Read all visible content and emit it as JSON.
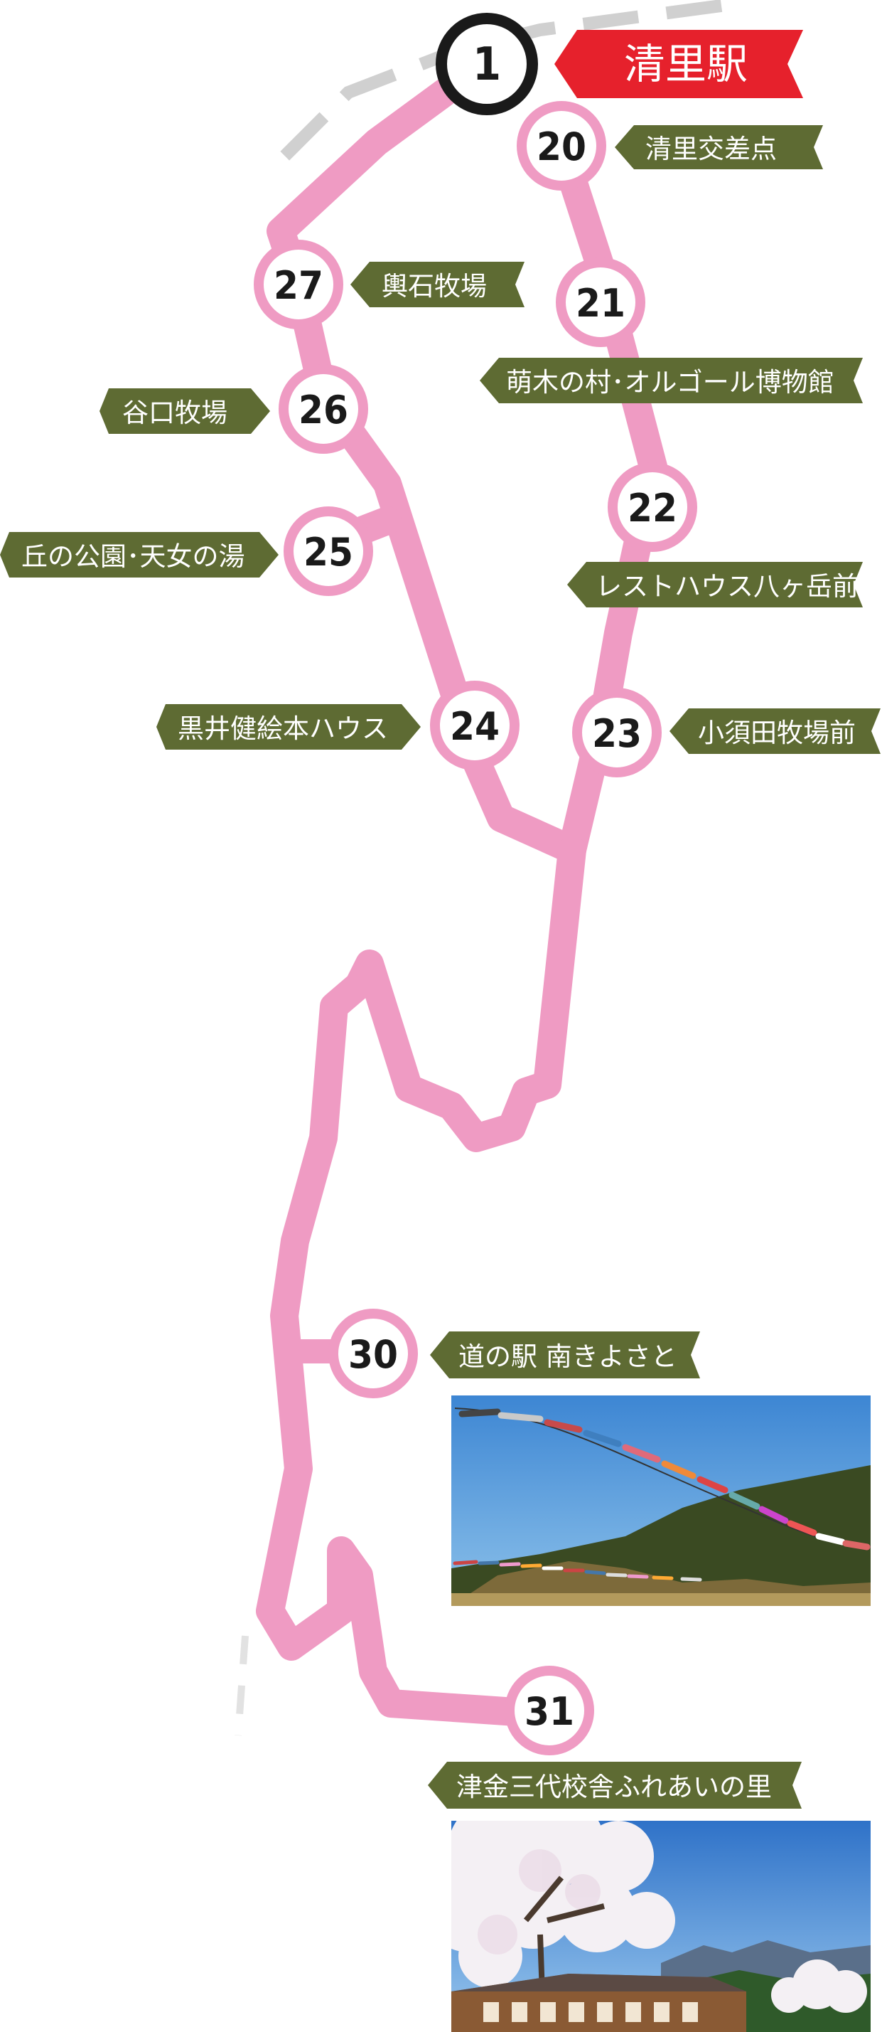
{
  "map": {
    "colors": {
      "route": "#ef9bc3",
      "label_bg": "#5e6b33",
      "label_text": "#ffffff",
      "terminal_bg": "#e6212c",
      "stop_ring": "#ef9bc3",
      "terminal_ring": "#1a1a1a",
      "dashed_line": "#d0d0d0"
    },
    "terminal": {
      "number": "1",
      "label": "清里駅"
    },
    "stops": [
      {
        "number": "20",
        "label": "清里交差点"
      },
      {
        "number": "21",
        "label": "萌木の村･オルゴール博物館"
      },
      {
        "number": "22",
        "label": "レストハウス八ヶ岳前"
      },
      {
        "number": "23",
        "label": "小須田牧場前"
      },
      {
        "number": "24",
        "label": "黒井健絵本ハウス"
      },
      {
        "number": "25",
        "label": "丘の公園･天女の湯"
      },
      {
        "number": "26",
        "label": "谷口牧場"
      },
      {
        "number": "27",
        "label": "輿石牧場"
      },
      {
        "number": "30",
        "label": "道の駅 南きよさと"
      },
      {
        "number": "31",
        "label": "津金三代校舎ふれあいの里"
      }
    ],
    "photos": [
      {
        "subject": "koinobori-photo",
        "caption": ""
      },
      {
        "subject": "cherry-blossom-school-photo",
        "caption": ""
      }
    ]
  }
}
